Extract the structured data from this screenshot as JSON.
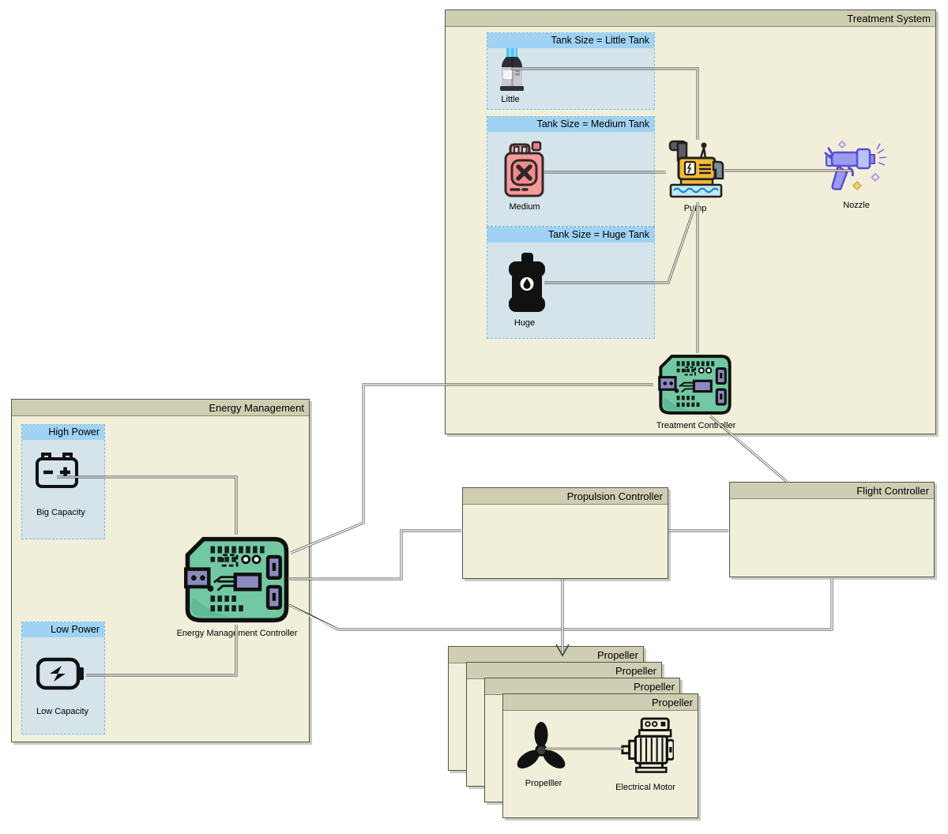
{
  "treatment_system": {
    "title": "Treatment System",
    "tank_variants": [
      {
        "header": "Tank Size = Little Tank",
        "tank_label": "Little"
      },
      {
        "header": "Tank Size = Medium Tank",
        "tank_label": "Medium"
      },
      {
        "header": "Tank Size = Huge Tank",
        "tank_label": "Huge"
      }
    ],
    "pump_label": "Pump",
    "nozzle_label": "Nozzle",
    "controller_label": "Treatment Controller"
  },
  "energy_management": {
    "title": "Energy Management",
    "high_power": {
      "header": "High Power",
      "battery_label": "Big Capacity"
    },
    "low_power": {
      "header": "Low Power",
      "battery_label": "Low Capacity"
    },
    "controller_label": "Energy Management Controller"
  },
  "propulsion_controller": {
    "title": "Propulsion Controller"
  },
  "flight_controller": {
    "title": "Flight Controller"
  },
  "propeller_stack": {
    "titles": [
      "Propeller",
      "Propeller",
      "Propeller",
      "Propeller"
    ],
    "propeller_label": "Propelller",
    "motor_label": "Electrical Motor"
  },
  "connections": [
    {
      "from": "Little",
      "to": "Pump"
    },
    {
      "from": "Medium",
      "to": "Pump"
    },
    {
      "from": "Huge",
      "to": "Pump"
    },
    {
      "from": "Pump",
      "to": "Nozzle"
    },
    {
      "from": "Pump",
      "to": "Treatment Controller"
    },
    {
      "from": "Treatment Controller",
      "to": "Energy Management Controller"
    },
    {
      "from": "Treatment Controller",
      "to": "Flight Controller"
    },
    {
      "from": "Big Capacity",
      "to": "Energy Management Controller"
    },
    {
      "from": "Low Capacity",
      "to": "Energy Management Controller"
    },
    {
      "from": "Energy Management Controller",
      "to": "Propulsion Controller"
    },
    {
      "from": "Energy Management Controller",
      "to": "Flight Controller"
    },
    {
      "from": "Propulsion Controller",
      "to": "Flight Controller"
    },
    {
      "from": "Propulsion Controller",
      "to": "Propeller",
      "arrow": true
    },
    {
      "from": "Propelller",
      "to": "Electrical Motor"
    }
  ],
  "colors": {
    "container_fill": "#f1efda",
    "container_header": "#cfceb2",
    "variant_fill": "#d5e4ea",
    "variant_header": "#9fd2f3",
    "connector": "#3f3f3f",
    "board_green": "#72c8a2",
    "pump_yellow": "#f5bb38",
    "can_red": "#f59a9a",
    "barrel_black": "#111111",
    "nozzle_purple": "#9a9af0"
  }
}
